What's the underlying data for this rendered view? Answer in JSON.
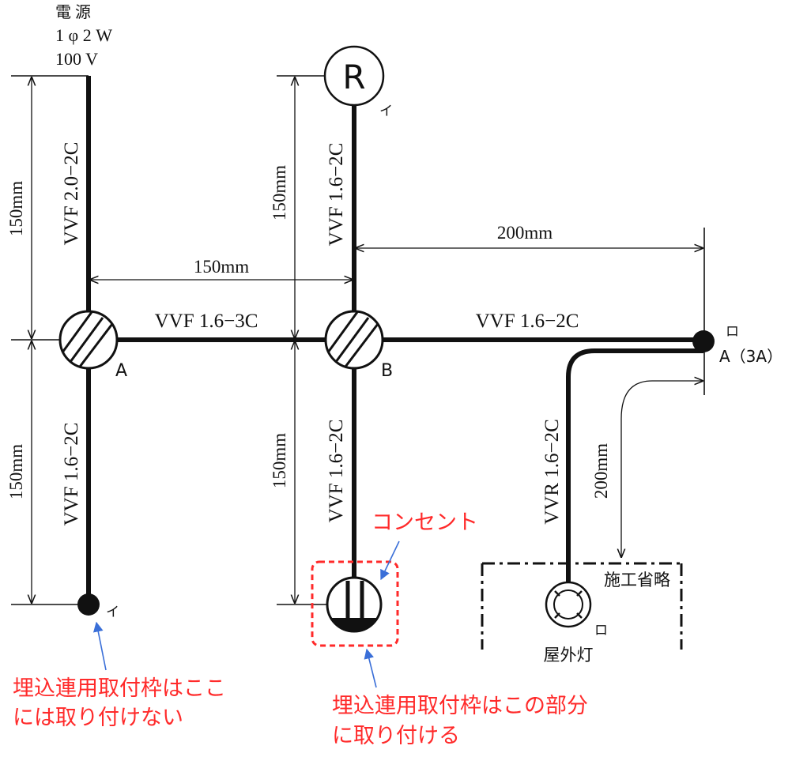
{
  "power": {
    "line1": "電 源",
    "line2": "1 φ 2 W",
    "line3": "100 V"
  },
  "cables": {
    "source_vertical": "VVF 2.0−2C",
    "a_down": "VVF 1.6−2C",
    "a_to_b": "VVF 1.6−3C",
    "b_up": "VVF 1.6−2C",
    "b_down": "VVF 1.6−2C",
    "b_right": "VVF 1.6−2C",
    "vvr": "VVR 1.6−2C"
  },
  "dimensions": {
    "left_upper": "150mm",
    "left_lower": "150mm",
    "middle_upper": "150mm",
    "middle_lower": "150mm",
    "horizontal_ab": "150mm",
    "horizontal_right": "200mm",
    "vertical_right": "200mm"
  },
  "symbols": {
    "receptacle_letter": "R",
    "receptacle_mark": "イ",
    "box_a": "A",
    "box_b": "B",
    "end_a_mark": "イ",
    "switch_mark": "ロ",
    "switch_label": "A（3A）",
    "lamp_mark": "ロ",
    "lamp_label": "屋外灯",
    "omitted": "施工省略"
  },
  "annotations": {
    "outlet": "コンセント",
    "no_frame_line1": "埋込連用取付枠はここ",
    "no_frame_line2": "には取り付けない",
    "frame_line1": "埋込連用取付枠はこの部分",
    "frame_line2": "に取り付ける"
  },
  "colors": {
    "line": "#111111",
    "annotation": "#ff2a2a",
    "arrow": "#3a6fd8"
  }
}
